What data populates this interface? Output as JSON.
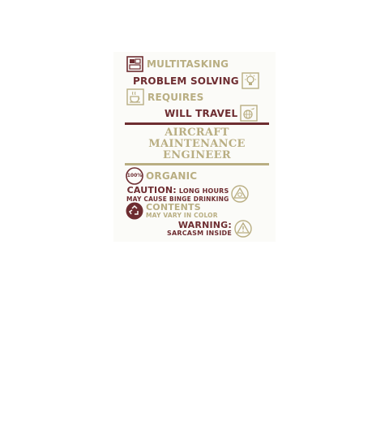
{
  "lines": {
    "multitasking": "MULTITASKING",
    "problem_solving": "PROBLEM SOLVING",
    "requires": "REQUIRES",
    "will_travel": "WILL TRAVEL",
    "title_1": "AIRCRAFT",
    "title_2": "MAINTENANCE",
    "title_3": "ENGINEER",
    "badge_100": "100%",
    "organic": "ORGANIC",
    "caution": "CAUTION:",
    "long_hours": "LONG HOURS",
    "binge": "MAY CAUSE BINGE DRINKING",
    "contents": "CONTENTS",
    "vary": "MAY VARY IN COLOR",
    "warning": "WARNING:",
    "sarcasm": "SARCASM INSIDE"
  },
  "colors": {
    "gold": "#b9ae82",
    "maroon": "#6e2d31",
    "background": "#fbfbf8"
  },
  "icons": [
    "window-grid-icon",
    "lightbulb-icon",
    "coffee-cup-icon",
    "globe-plane-icon",
    "hazard-triangle-icon",
    "recycle-icon",
    "warning-triangle-icon"
  ]
}
